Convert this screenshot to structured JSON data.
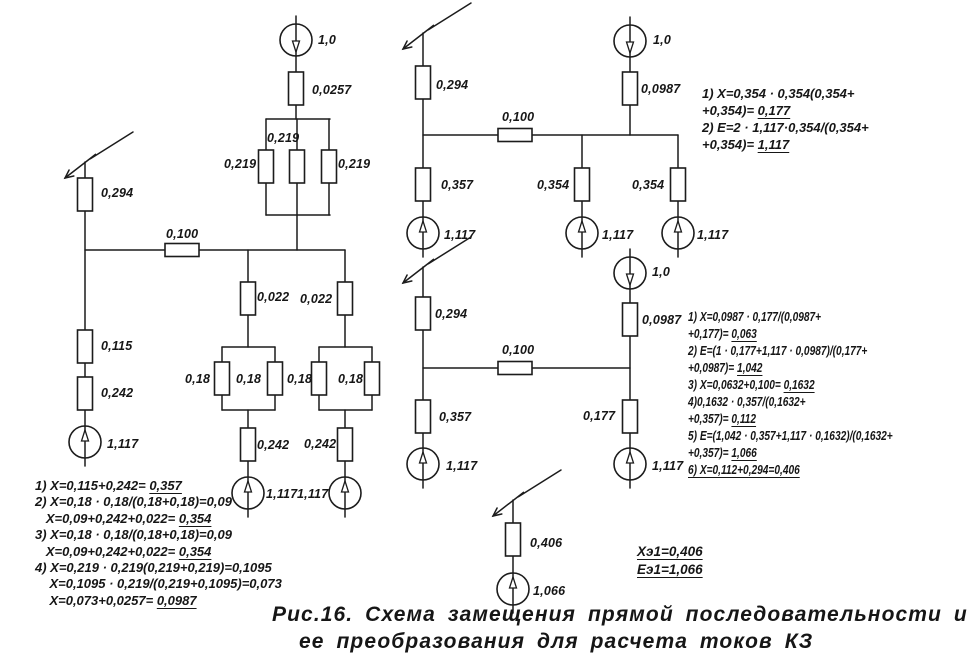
{
  "values": {
    "v10": "1,0",
    "v1117": "1,117",
    "v1066": "1,066",
    "r0257": "0,0257",
    "r0219": "0,219",
    "r0294": "0,294",
    "r0100": "0,100",
    "r0115": "0,115",
    "r0242": "0,242",
    "r0022": "0,022",
    "r018": "0,18",
    "r0357": "0,357",
    "r0354": "0,354",
    "r00987": "0,0987",
    "r0177": "0,177",
    "r0406": "0,406"
  },
  "calc": {
    "b1": [
      "1) X=0,115+0,242= __0,357__",
      "2) X=0,18 · 0,18/(0,18+0,18)=0,09",
      "   X=0,09+0,242+0,022= __0,354__",
      "3) X=0,18 · 0,18/(0,18+0,18)=0,09",
      "   X=0,09+0,242+0,022= __0,354__",
      "4) X=0,219 · 0,219(0,219+0,219)=0,1095",
      "    X=0,1095 · 0,219/(0,219+0,1095)=0,073",
      "    X=0,073+0,0257= __0,0987__"
    ],
    "b2": [
      "1) X=0,354 · 0,354(0,354+",
      "+0,354)= __0,177__",
      "2) E=2 · 1,117·0,354/(0,354+",
      "+0,354)= __1,117__"
    ],
    "b3": [
      "1) X=0,0987 · 0,177/(0,0987+",
      "+0,177)= __0,063__",
      "2) E=(1 · 0,177+1,117 · 0,0987)/(0,177+",
      "+0,0987)= __1,042__",
      "3) X=0,0632+0,100= __0,1632__",
      "4)0,1632 · 0,357/(0,1632+",
      "+0,357)= __0,112__",
      "5) E=(1,042 · 0,357+1,117 · 0,1632)/(0,1632+",
      "+0,357)= __1,066__",
      "__6) X=0,112+0,294=0,406__"
    ],
    "b4": [
      "__Хэ1=0,406__",
      "__Еэ1=1,066__"
    ]
  },
  "caption": {
    "line1": "Рис.16. Схема замещения прямой последовательности и",
    "line2": "ее преобразования для расчета токов КЗ"
  }
}
